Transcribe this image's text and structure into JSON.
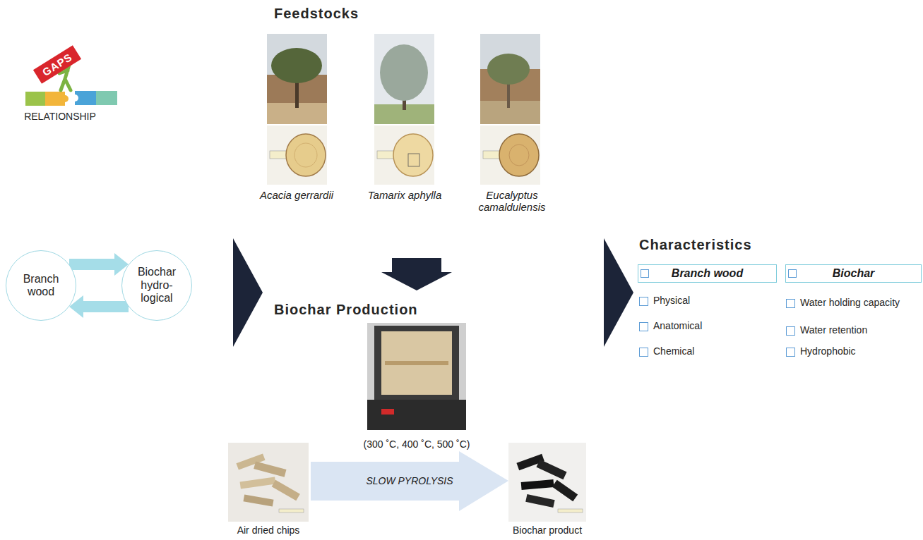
{
  "diagram": {
    "nodes": [
      {
        "text": [
          "Branch wood"
        ]
      },
      {
        "text": [
          "Biochar hydro-logical"
        ]
      },
      {
        "text": [
          "Branch wood"
        ]
      },
      {
        "text": [
          "Biochar"
        ]
      }
    ],
    "edges": [
      {
        "from": 0,
        "to": 1,
        "arrow": "to"
      },
      {
        "from": 1,
        "to": 0,
        "arrow": "to"
      }
    ],
    "labels": [
      "GAPS",
      "RELATIONSHIP",
      "Feedstocks",
      "Acacia gerrardii",
      "Tamarix aphylla",
      "Eucalyptus camaldulensis",
      "Biochar Production",
      "(300 ˚C, 400 ˚C, 500 ˚C)",
      "Air dried chips",
      "SLOW PYROLYSIS",
      "Biochar product",
      "Characteristics",
      "Physical",
      "Anatomical",
      "Chemical",
      "Water holding capacity",
      "Water retention",
      "Hydrophobic"
    ]
  }
}
